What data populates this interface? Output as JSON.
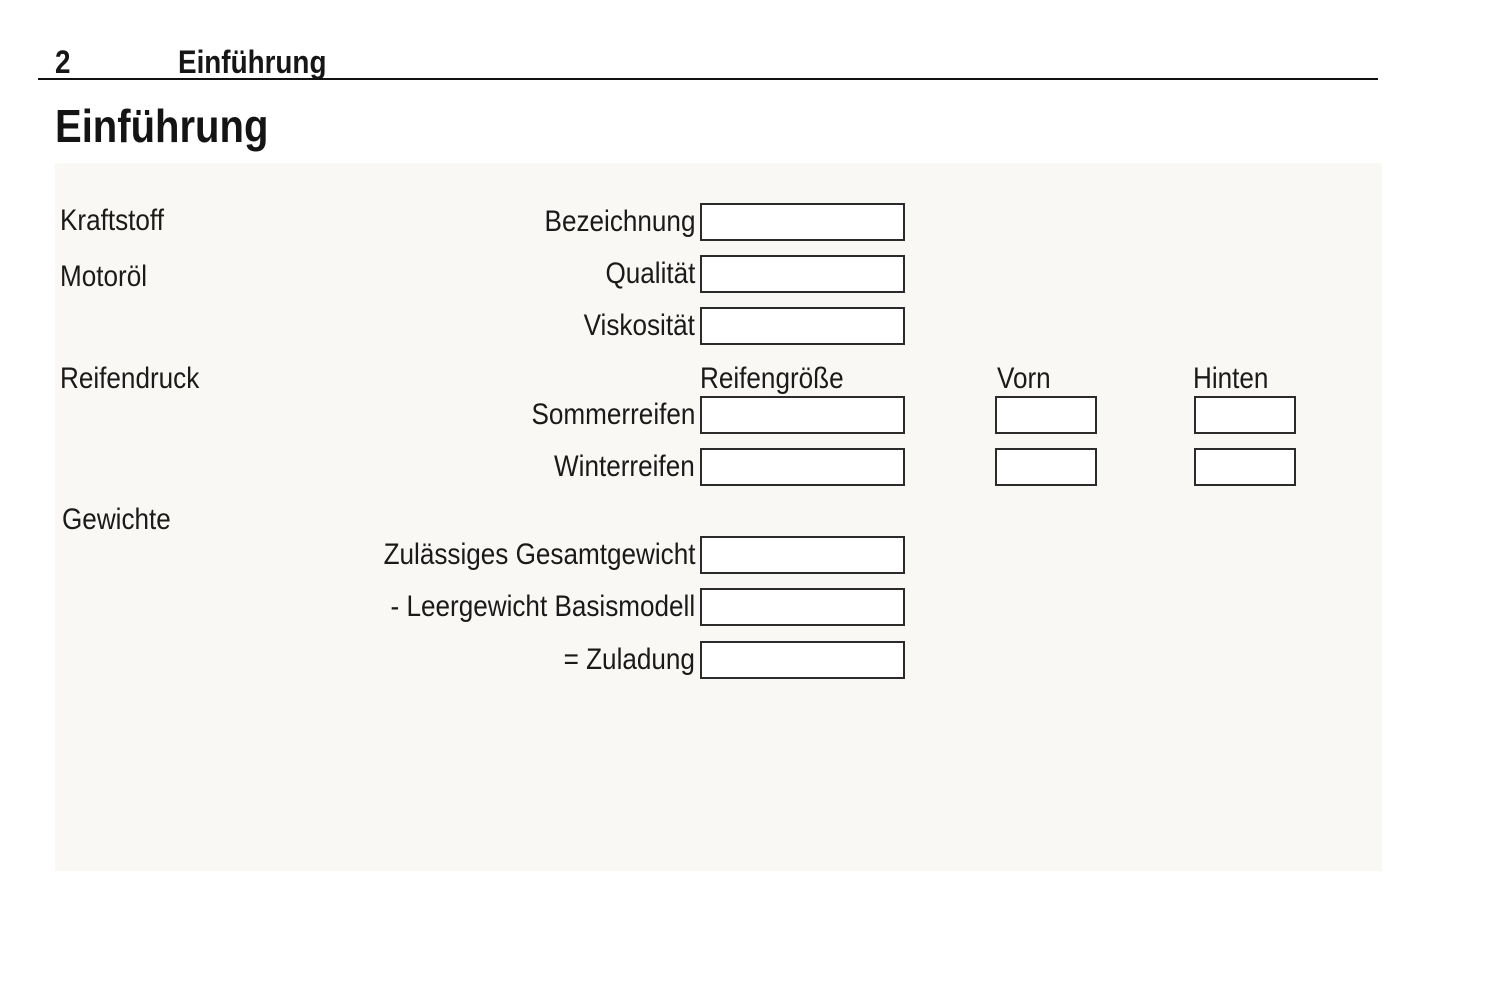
{
  "header": {
    "page_number": "2",
    "chapter_title": "Einführung"
  },
  "page_title": "Einführung",
  "form": {
    "sections": {
      "fuel": "Kraftstoff",
      "engine_oil": "Motoröl",
      "tire_pressure": "Reifendruck",
      "weights": "Gewichte"
    },
    "fuel_fields": {
      "designation": {
        "label": "Bezeichnung",
        "value": ""
      }
    },
    "oil_fields": {
      "quality": {
        "label": "Qualität",
        "value": ""
      },
      "viscosity": {
        "label": "Viskosität",
        "value": ""
      }
    },
    "tire_table": {
      "columns": {
        "size": "Reifengröße",
        "front": "Vorn",
        "rear": "Hinten"
      },
      "rows": {
        "summer": {
          "label": "Sommerreifen",
          "size_value": "",
          "front_value": "",
          "rear_value": ""
        },
        "winter": {
          "label": "Winterreifen",
          "size_value": "",
          "front_value": "",
          "rear_value": ""
        }
      }
    },
    "weight_fields": {
      "gross_weight": {
        "label": "Zulässiges Gesamtgewicht",
        "value": ""
      },
      "kerb_weight": {
        "label": "- Leergewicht Basismodell",
        "value": ""
      },
      "payload": {
        "label": "= Zuladung",
        "value": ""
      }
    }
  },
  "colors": {
    "panel_background": "#faf8f5",
    "text": "#1a1a1a",
    "box_border": "#2b2b2b"
  }
}
